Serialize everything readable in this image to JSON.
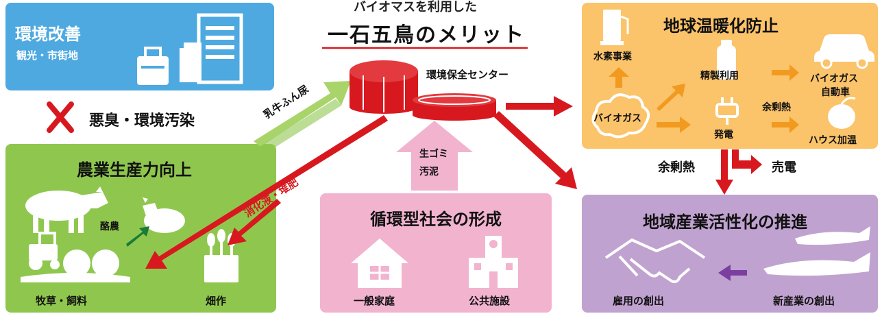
{
  "header": {
    "subtitle": "バイオマスを利用した",
    "title": "一石五鳥のメリット"
  },
  "center": {
    "facility": "環境保全センター"
  },
  "environment": {
    "title": "環境改善",
    "subtitle": "観光・市街地",
    "problem": "悪臭・環境汚染"
  },
  "agriculture": {
    "title": "農業生産力向上",
    "dairy": "酪農",
    "pasture": "牧草・飼料",
    "field": "畑作"
  },
  "flows": {
    "manure": "乳牛ふん尿",
    "digestate": "消化液・堆肥",
    "waste_line1": "生ゴミ",
    "waste_line2": "汚泥",
    "surplus_heat": "余剰熱",
    "power_sale": "売電"
  },
  "recycling": {
    "title": "循環型社会の形成",
    "household": "一般家庭",
    "public": "公共施設"
  },
  "warming": {
    "title": "地球温暖化防止",
    "hydrogen": "水素事業",
    "refine": "精製利用",
    "biogas": "バイオガス",
    "power": "発電",
    "surplus_heat": "余剰熱",
    "vehicle_line1": "バイオガス",
    "vehicle_line2": "自動車",
    "greenhouse": "ハウス加温"
  },
  "regional": {
    "title": "地域産業活性化の推進",
    "employment": "雇用の創出",
    "new_industry": "新産業の創出"
  },
  "colors": {
    "blue": "#4da9e0",
    "green": "#8fc74e",
    "pink": "#f2b3cf",
    "orange": "#fbc36a",
    "purple": "#c0a2d0",
    "red": "#d7191f",
    "arrow_orange": "#f29a1f",
    "arrow_green": "#1a7a3a",
    "arrow_purple": "#7b3fa0"
  }
}
